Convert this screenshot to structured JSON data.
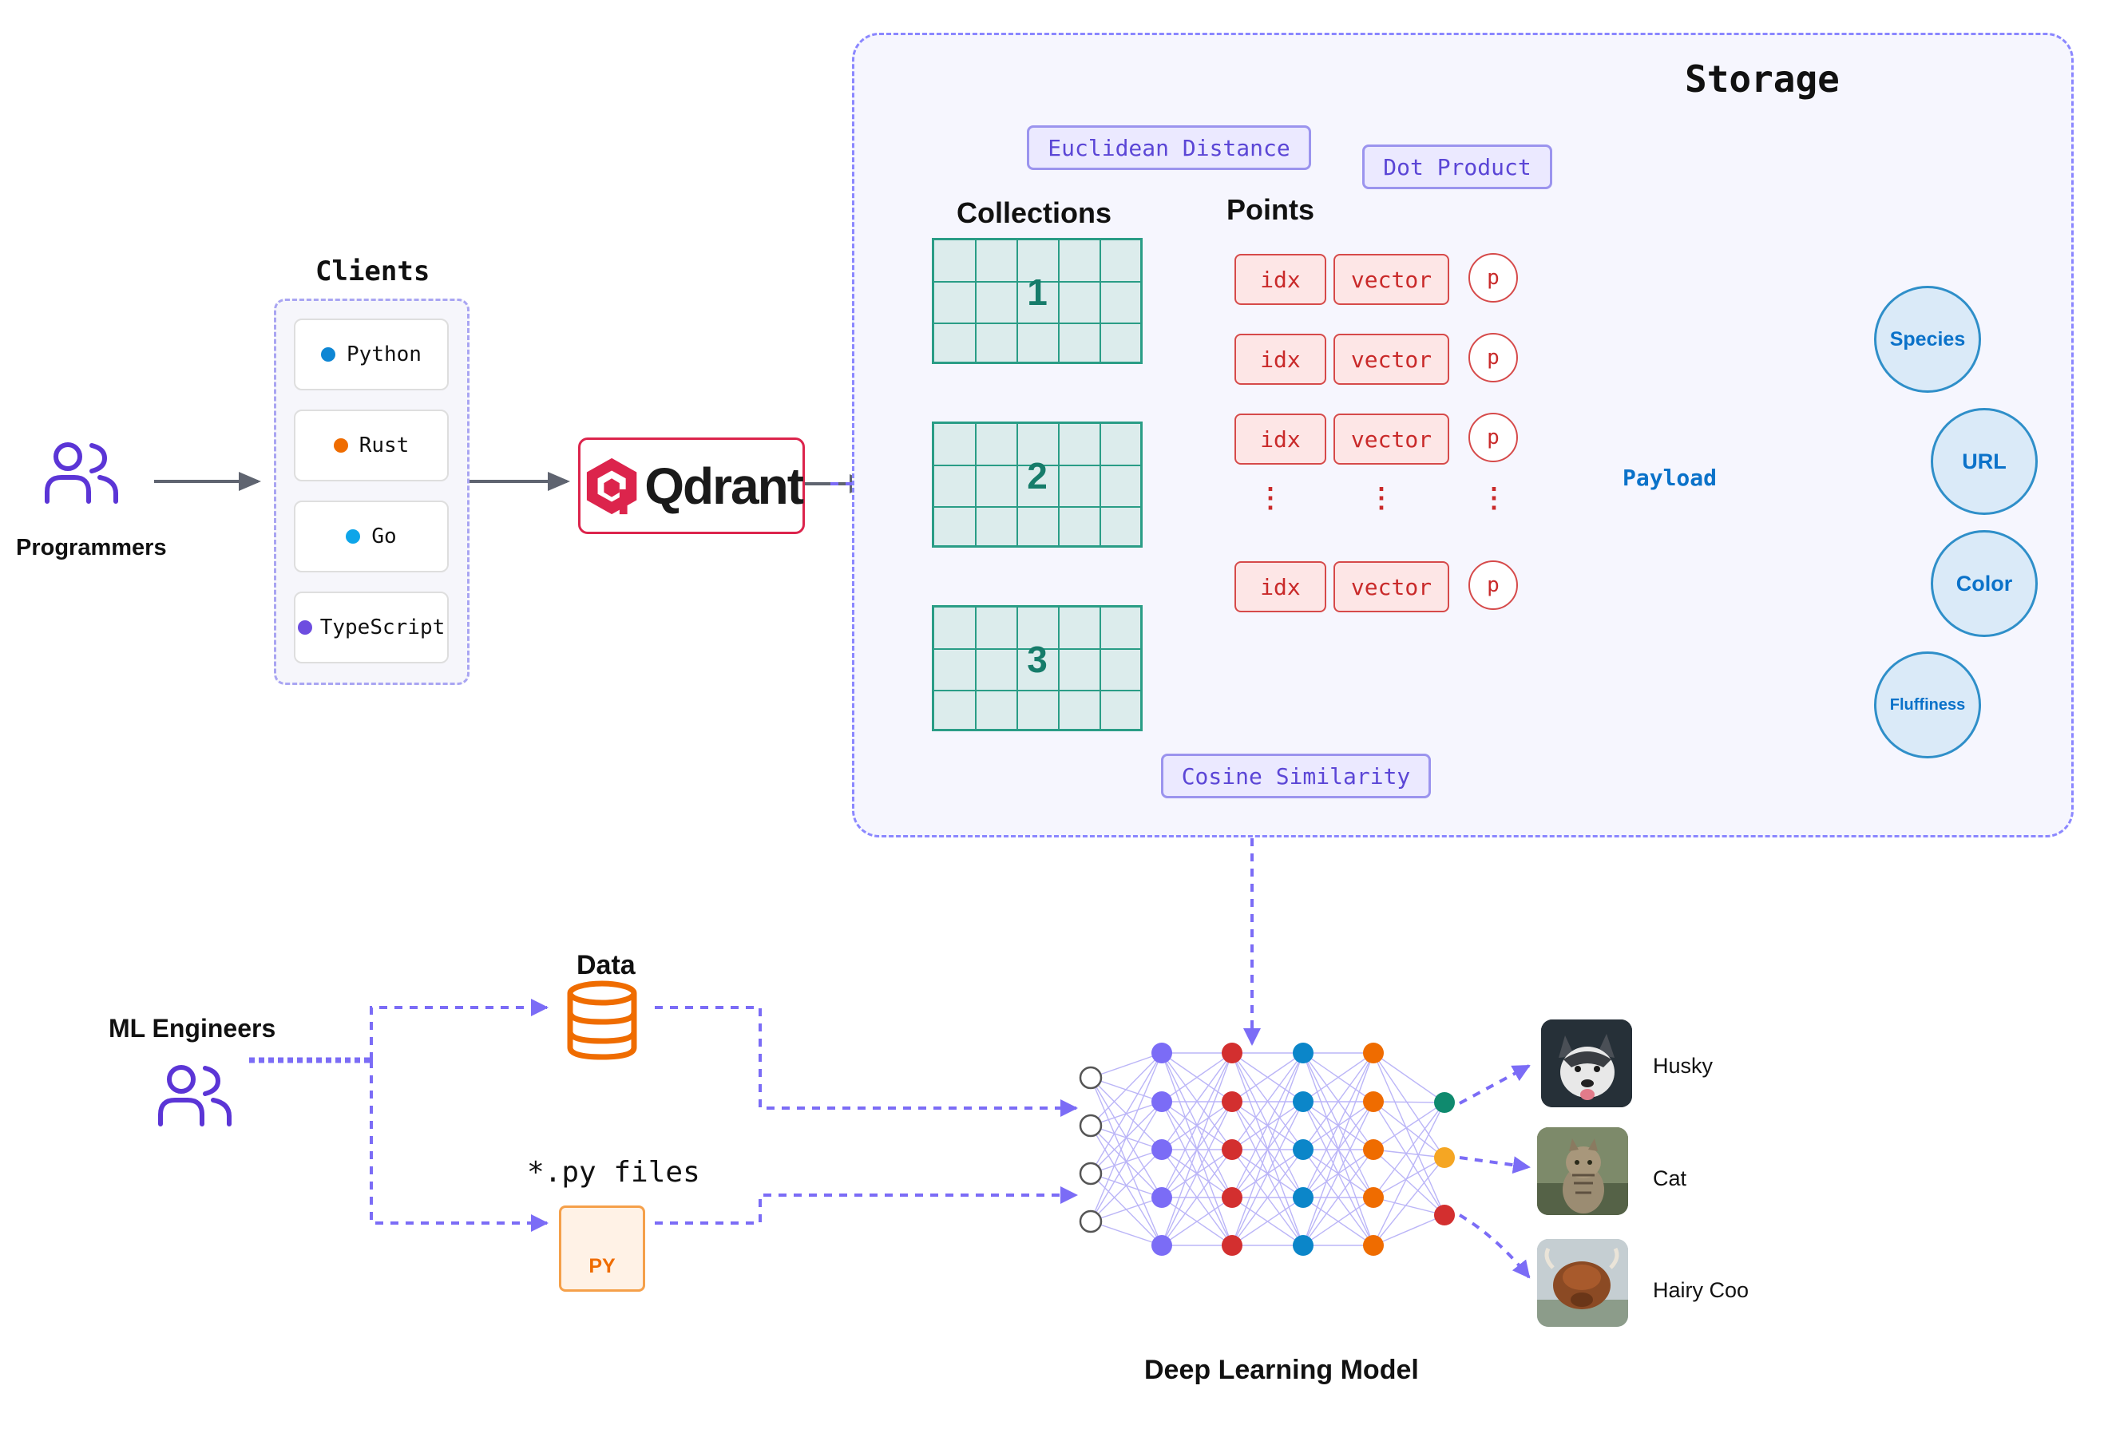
{
  "people": {
    "programmers": "Programmers",
    "ml_engineers": "ML Engineers"
  },
  "clients": {
    "title": "Clients",
    "items": [
      {
        "label": "Python",
        "color": "#0e86d4"
      },
      {
        "label": "Rust",
        "color": "#ef6c00"
      },
      {
        "label": "Go",
        "color": "#0ea5e9"
      },
      {
        "label": "TypeScript",
        "color": "#6d4de0"
      }
    ]
  },
  "qdrant": {
    "logo_text": "Qdrant",
    "brand_color": "#dc244c"
  },
  "storage": {
    "title": "Storage",
    "collections_title": "Collections",
    "collections": [
      "1",
      "2",
      "3"
    ],
    "points_title": "Points",
    "point_rows": [
      {
        "idx": "idx",
        "vector": "vector",
        "p": "p"
      },
      {
        "idx": "idx",
        "vector": "vector",
        "p": "p"
      },
      {
        "idx": "idx",
        "vector": "vector",
        "p": "p"
      },
      {
        "idx": "idx",
        "vector": "vector",
        "p": "p"
      }
    ],
    "ellipsis": "⋮",
    "metrics": {
      "euclidean": "Euclidean Distance",
      "dot": "Dot Product",
      "cosine": "Cosine Similarity"
    },
    "payload": {
      "label": "Payload",
      "fields": [
        "Species",
        "URL",
        "Color",
        "Fluffiness"
      ]
    }
  },
  "data_label": "Data",
  "py_files": {
    "label": "*.py files",
    "icon_text": "PY"
  },
  "model": {
    "title": "Deep Learning Model",
    "outputs": [
      "Husky",
      "Cat",
      "Hairy Coo"
    ],
    "output_colors": [
      "#0f8a6e",
      "#f5a623",
      "#d32f2f"
    ]
  },
  "colors": {
    "accent_purple": "#7b6cf6",
    "arrow_gray": "#5f6470",
    "teal": "#2a9d86",
    "red": "#d64a4a",
    "blue": "#0b72c9",
    "orange": "#ef6c00"
  }
}
